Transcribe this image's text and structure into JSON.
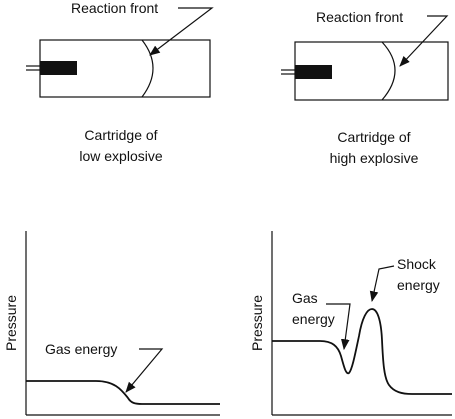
{
  "panels": {
    "low": {
      "reaction_label": "Reaction front",
      "caption_line1": "Cartridge of",
      "caption_line2": "low explosive"
    },
    "high": {
      "reaction_label": "Reaction front",
      "caption_line1": "Cartridge of",
      "caption_line2": "high explosive"
    }
  },
  "graphs": {
    "low": {
      "ylabel": "Pressure",
      "annotation": "Gas energy"
    },
    "high": {
      "ylabel": "Pressure",
      "annotation_gas_line1": "Gas",
      "annotation_gas_line2": "energy",
      "annotation_shock_line1": "Shock",
      "annotation_shock_line2": "energy"
    }
  },
  "colors": {
    "ink": "#111111",
    "background": "#ffffff"
  }
}
